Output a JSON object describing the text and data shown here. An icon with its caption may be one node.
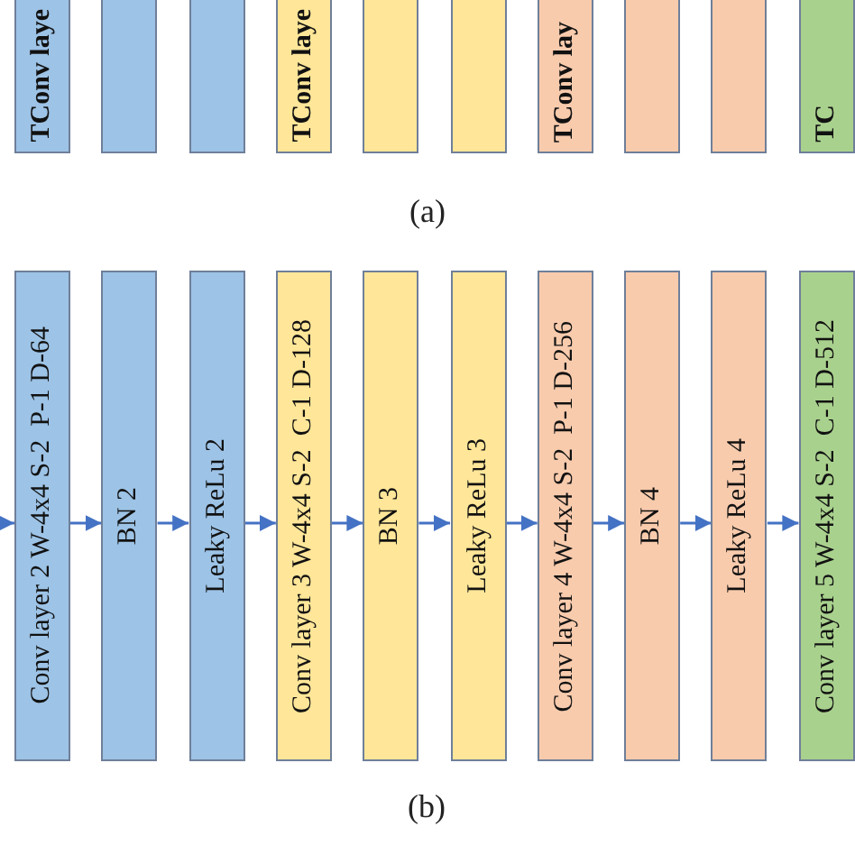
{
  "diagram": {
    "nodes": [
      {
        "text": [
          "TConv laye"
        ]
      },
      {
        "text": [],
        "shape": "box"
      },
      {
        "text": [],
        "shape": "box"
      },
      {
        "text": [
          "TConv laye"
        ]
      },
      {
        "text": [],
        "shape": "box"
      },
      {
        "text": [],
        "shape": "box"
      },
      {
        "text": [
          "TConv lay"
        ]
      },
      {
        "text": [],
        "shape": "box"
      },
      {
        "text": [],
        "shape": "box"
      },
      {
        "text": [
          "TC"
        ]
      },
      {
        "text": [
          "Conv layer 2 W-4x4 S-2  P-1 D-64"
        ]
      },
      {
        "text": [
          "BN 2"
        ]
      },
      {
        "text": [
          "Leaky ReLu 2"
        ]
      },
      {
        "text": [
          "Conv layer 3 W-4x4 S-2  C-1 D-128"
        ]
      },
      {
        "text": [
          "BN 3"
        ]
      },
      {
        "text": [
          "Leaky ReLu 3"
        ]
      },
      {
        "text": [
          "Conv layer 4 W-4x4 S-2  P-1 D-256"
        ]
      },
      {
        "text": [
          "BN 4"
        ]
      },
      {
        "text": [
          "Leaky ReLu 4"
        ]
      },
      {
        "text": [
          "Conv layer 5 W-4x4 S-2  C-1 D-512"
        ]
      }
    ],
    "edges": [
      {
        "from": null,
        "to": 10,
        "arrow": "to"
      },
      {
        "from": 10,
        "to": 11,
        "arrow": "to"
      },
      {
        "from": 11,
        "to": 12,
        "arrow": "to"
      },
      {
        "from": 12,
        "to": 13,
        "arrow": "to"
      },
      {
        "from": 13,
        "to": 14,
        "arrow": "to"
      },
      {
        "from": 14,
        "to": 15,
        "arrow": "to"
      },
      {
        "from": 15,
        "to": 16,
        "arrow": "to"
      },
      {
        "from": 16,
        "to": 17,
        "arrow": "to"
      },
      {
        "from": 17,
        "to": 18,
        "arrow": "to"
      },
      {
        "from": 18,
        "to": 19,
        "arrow": "to"
      }
    ],
    "labels": [
      "(a)",
      "(b)"
    ]
  }
}
